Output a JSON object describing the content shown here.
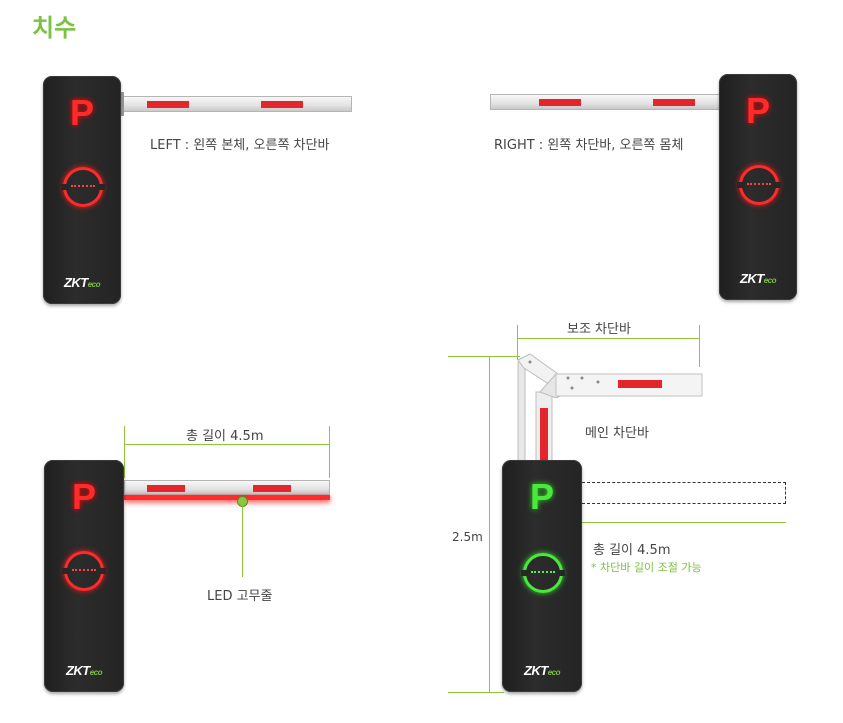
{
  "title": "치수",
  "brand": {
    "logo_main": "ZKT",
    "logo_eco": "eco",
    "accent": "#7ac143",
    "led_red": "#ff2a2a",
    "led_green": "#4be83c"
  },
  "sign_letter": "P",
  "diagrams": {
    "left_caption": "LEFT : 왼쪽 본체, 오른쪽 차단바",
    "right_caption": "RIGHT : 왼쪽 차단바, 오른쪽 몸체",
    "total_length": "총 길이 4.5m",
    "led_label": "LED 고무줄",
    "aux_arm": "보조 차단바",
    "main_arm": "메인 차단바",
    "height": "2.5m",
    "total_length_2": "총 길이 4.5m",
    "adjust_note": "* 차단바 길이 조절 가능"
  }
}
